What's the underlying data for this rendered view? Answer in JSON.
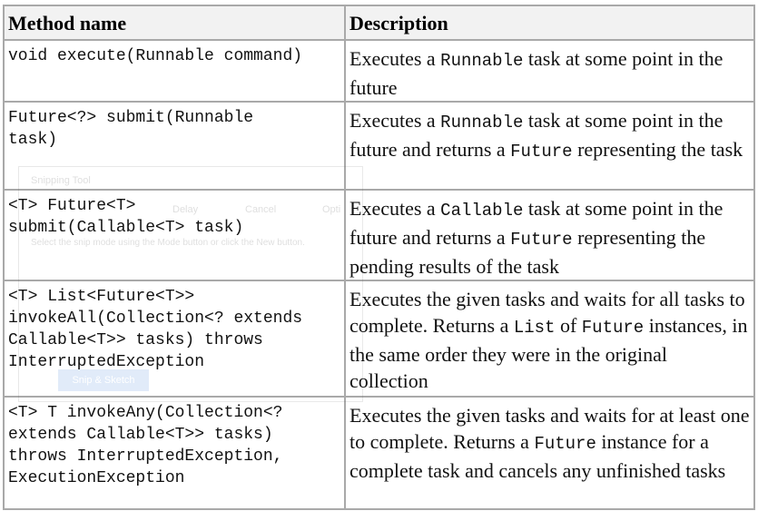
{
  "table": {
    "headers": [
      "Method name",
      "Description"
    ],
    "rows": [
      {
        "signature": "void execute(Runnable command)",
        "description": [
          {
            "t": "Executes a "
          },
          {
            "c": "Runnable"
          },
          {
            "t": " task at some point in the future"
          }
        ]
      },
      {
        "signature": "Future<?> submit(Runnable\ntask)",
        "description": [
          {
            "t": "Executes a "
          },
          {
            "c": "Runnable"
          },
          {
            "t": " task at some point in the future and returns a "
          },
          {
            "c": "Future"
          },
          {
            "t": " representing the task"
          }
        ]
      },
      {
        "signature": "<T> Future<T>\nsubmit(Callable<T> task)",
        "description": [
          {
            "t": "Executes a "
          },
          {
            "c": "Callable"
          },
          {
            "t": " task at some point in the future and returns a "
          },
          {
            "c": "Future"
          },
          {
            "t": " representing the pending results of the task"
          }
        ]
      },
      {
        "signature": "<T> List<Future<T>>\ninvokeAll(Collection<? extends\nCallable<T>> tasks) throws\nInterruptedException",
        "description": [
          {
            "t": "Executes the given tasks and waits for all tasks to complete. Returns a "
          },
          {
            "c": "List"
          },
          {
            "t": " of "
          },
          {
            "c": "Future"
          },
          {
            "t": " instances, in the same order they were in the original collection"
          }
        ]
      },
      {
        "signature": "<T> T invokeAny(Collection<?\nextends Callable<T>> tasks)\nthrows InterruptedException,\nExecutionException",
        "description": [
          {
            "t": "Executes the given tasks and waits for at least one to complete. Returns a "
          },
          {
            "c": "Future"
          },
          {
            "t": " instance for a complete task and cancels any unfinished tasks"
          }
        ]
      }
    ]
  },
  "ghost_overlay": {
    "title": "Snipping Tool",
    "delay": "Delay",
    "cancel": "Cancel",
    "options": "Opti",
    "hint": "Select the snip mode using the Mode button or click the New button.",
    "button": "Snip & Sketch"
  }
}
